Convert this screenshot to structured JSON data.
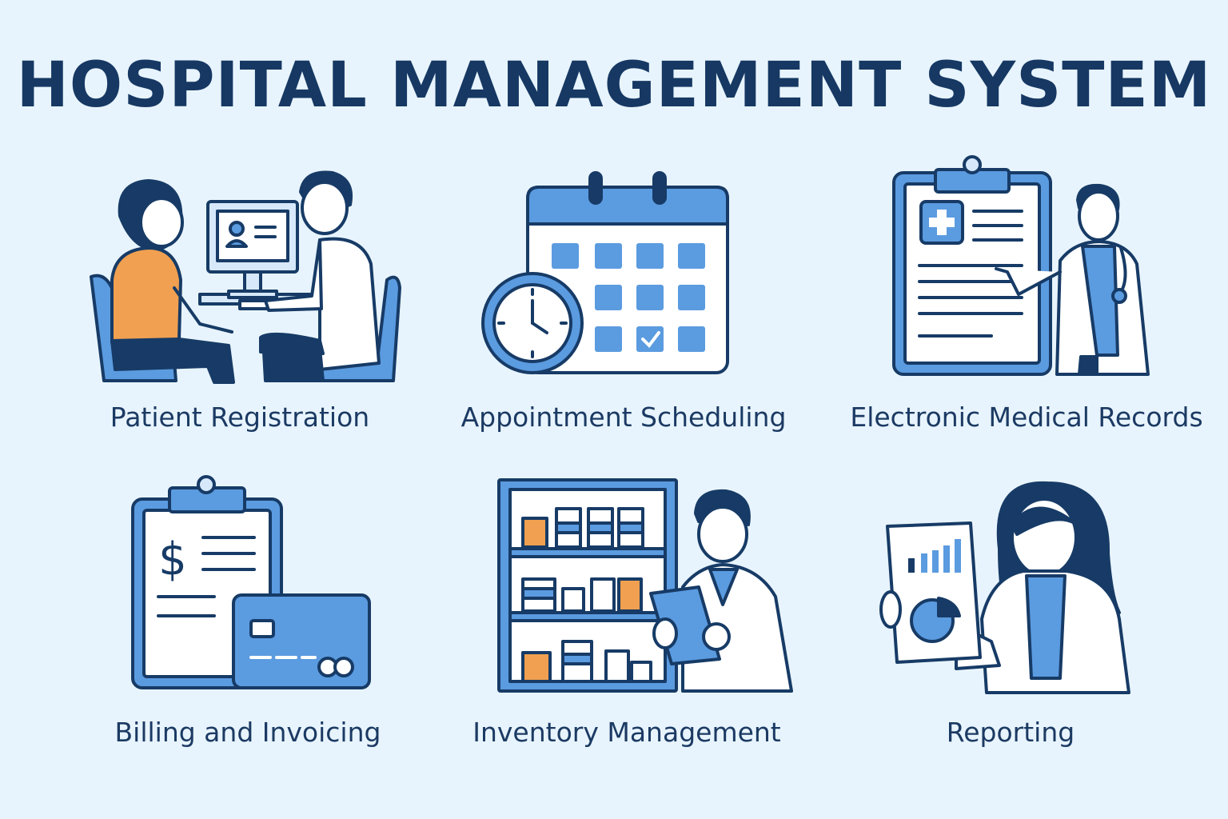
{
  "title": "HOSPITAL MANAGEMENT SYSTEM",
  "colors": {
    "background": "#e8f4fd",
    "title": "#163863",
    "outline": "#173b66",
    "blue": "#5b9be0",
    "light_blue": "#d6e8fa",
    "orange": "#f0a050",
    "white": "#ffffff"
  },
  "modules": [
    {
      "label": "Patient Registration",
      "icon": "patient-registration-icon"
    },
    {
      "label": "Appointment Scheduling",
      "icon": "calendar-clock-icon"
    },
    {
      "label": "Electronic Medical Records",
      "icon": "medical-records-icon"
    },
    {
      "label": "Billing and Invoicing",
      "icon": "billing-icon"
    },
    {
      "label": "Inventory Management",
      "icon": "inventory-icon"
    },
    {
      "label": "Reporting",
      "icon": "reporting-icon"
    }
  ]
}
